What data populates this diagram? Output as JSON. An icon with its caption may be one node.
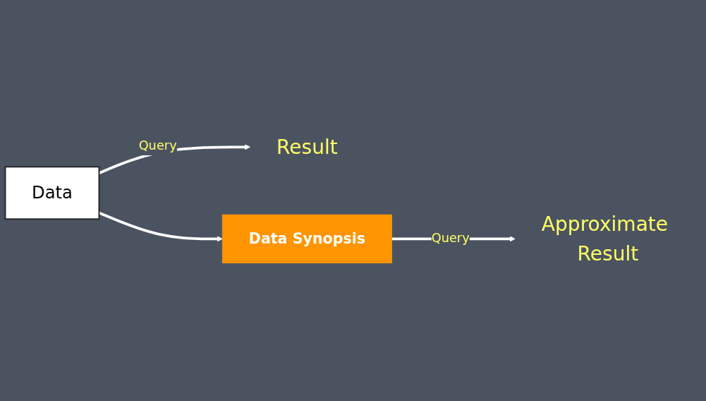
{
  "diagram": {
    "nodes": [
      {
        "text": [
          "Data"
        ]
      },
      {
        "text": [
          "Result"
        ]
      },
      {
        "text": [
          "Data Synopsis"
        ]
      },
      {
        "text": [
          "Approximate Result"
        ]
      }
    ],
    "edges": [
      {
        "from": 0,
        "to": 1,
        "arrow": "to",
        "label": "Query"
      },
      {
        "from": 0,
        "to": 2,
        "arrow": "to"
      },
      {
        "from": 2,
        "to": 3,
        "arrow": "to",
        "label": "Query"
      }
    ]
  }
}
